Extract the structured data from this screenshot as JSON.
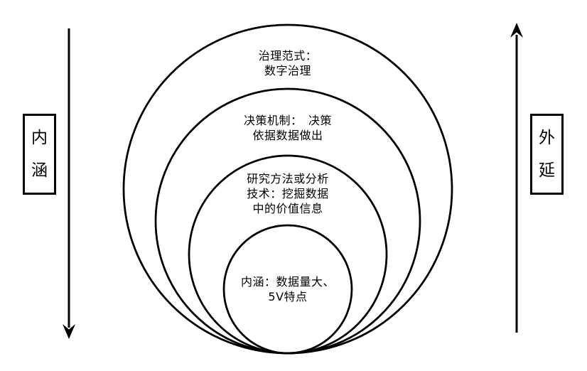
{
  "colors": {
    "ink": "#000000",
    "background": "#ffffff"
  },
  "left_axis": {
    "chars": [
      "内",
      "涵"
    ],
    "arrow_icon": "down-arrow"
  },
  "right_axis": {
    "chars": [
      "外",
      "延"
    ],
    "arrow_icon": "up-arrow"
  },
  "rings": [
    {
      "name": "governance-paradigm",
      "lines": [
        "治理范式：",
        "数字治理"
      ]
    },
    {
      "name": "decision-mechanism",
      "lines": [
        "决策机制：　决策",
        "依据数据做出"
      ]
    },
    {
      "name": "research-methods",
      "lines": [
        "研究方法或分析",
        "技术：挖掘数据",
        "中的价值信息"
      ]
    },
    {
      "name": "connotation-core",
      "lines": [
        "内涵：数据量大、",
        "5V特点"
      ]
    }
  ]
}
